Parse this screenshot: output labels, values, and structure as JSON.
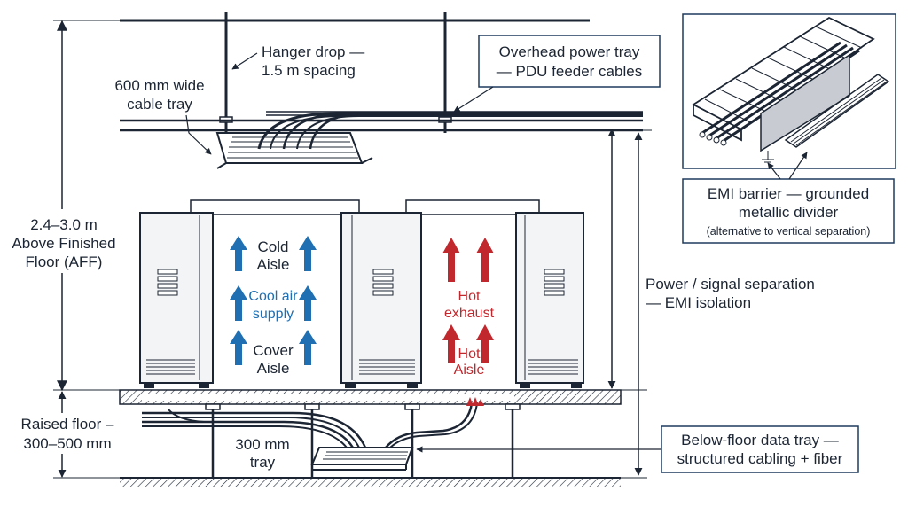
{
  "labels": {
    "hanger_1": "Hanger drop —",
    "hanger_2": "1.5 m spacing",
    "tray_1": "600 mm wide",
    "tray_2": "cable tray",
    "overhead_1": "Overhead power tray",
    "overhead_2": "— PDU feeder cables",
    "height_1": "2.4–3.0 m",
    "height_2": "Above Finished",
    "height_3": "Floor (AFF)",
    "cold_1": "Cold",
    "cold_2": "Aisle",
    "cool_1": "Cool air",
    "cool_2": "supply",
    "cover_1": "Cover",
    "cover_2": "Aisle",
    "hot_exhaust_1": "Hot",
    "hot_exhaust_2": "exhaust",
    "hot_aisle_1": "Hot",
    "hot_aisle_2": "Aisle",
    "sep_1": "Power / signal separation",
    "sep_2": "— EMI isolation",
    "emi_1": "EMI barrier — grounded",
    "emi_2": "metallic divider",
    "emi_3": "(alternative to vertical separation)",
    "raised_1": "Raised floor –",
    "raised_2": "300–500 mm",
    "tray300_1": "300 mm",
    "tray300_2": "tray",
    "below_1": "Below-floor data tray —",
    "below_2": "structured cabling + fiber"
  },
  "colors": {
    "ink": "#1c2533",
    "cold_arrow": "#1f6fb2",
    "hot_arrow": "#c0282d",
    "cabinet_fill": "#f3f4f6",
    "box_border": "#1e3a5f"
  }
}
